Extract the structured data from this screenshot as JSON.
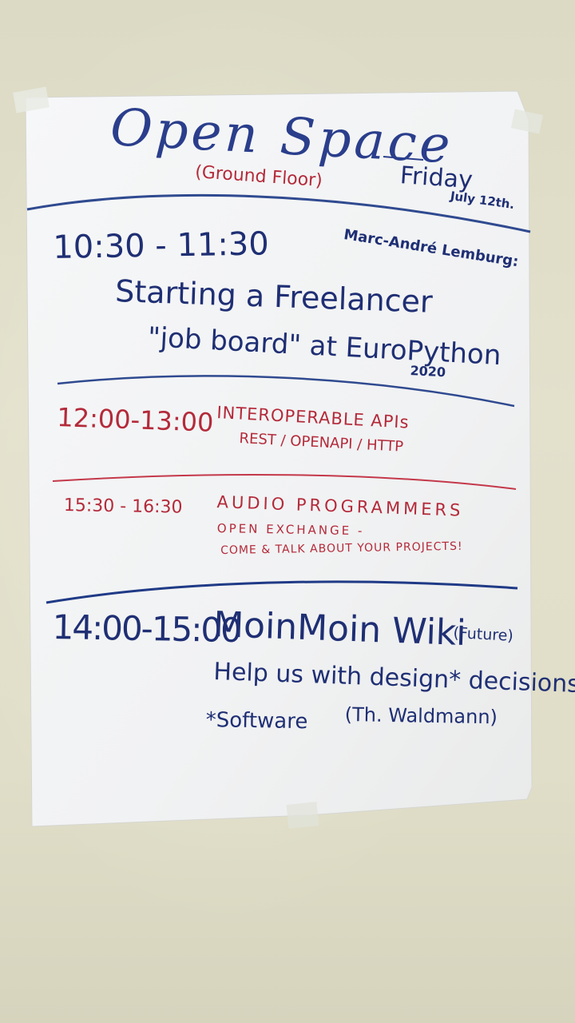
{
  "poster": {
    "title": "Open Space",
    "subtitle": "(Ground Floor)",
    "day": "Friday",
    "date": "July 12th.",
    "sessions": [
      {
        "time": "10:30 - 11:30",
        "speaker": "Marc-André Lemburg:",
        "lines": [
          "Starting a Freelancer",
          "\"job board\" at EuroPython",
          "2020"
        ]
      },
      {
        "time": "12:00-13:00",
        "lines": [
          "INTEROPERABLE APIs",
          "REST / OPENAPI / HTTP"
        ]
      },
      {
        "time": "15:30 - 16:30",
        "lines": [
          "AUDIO PROGRAMMERS",
          "OPEN EXCHANGE -",
          "COME & TALK ABOUT YOUR PROJECTS!"
        ]
      },
      {
        "time": "14:00-15:00",
        "lines": [
          "MoinMoin Wiki",
          "(Future)",
          "Help us with design* decisions",
          "*Software",
          "(Th. Waldmann)"
        ]
      }
    ]
  },
  "colors": {
    "blue_ink": "#1f2f74",
    "red_ink": "#b42a3a",
    "paper": "#f4f5f6",
    "wall": "#e0dec8"
  }
}
